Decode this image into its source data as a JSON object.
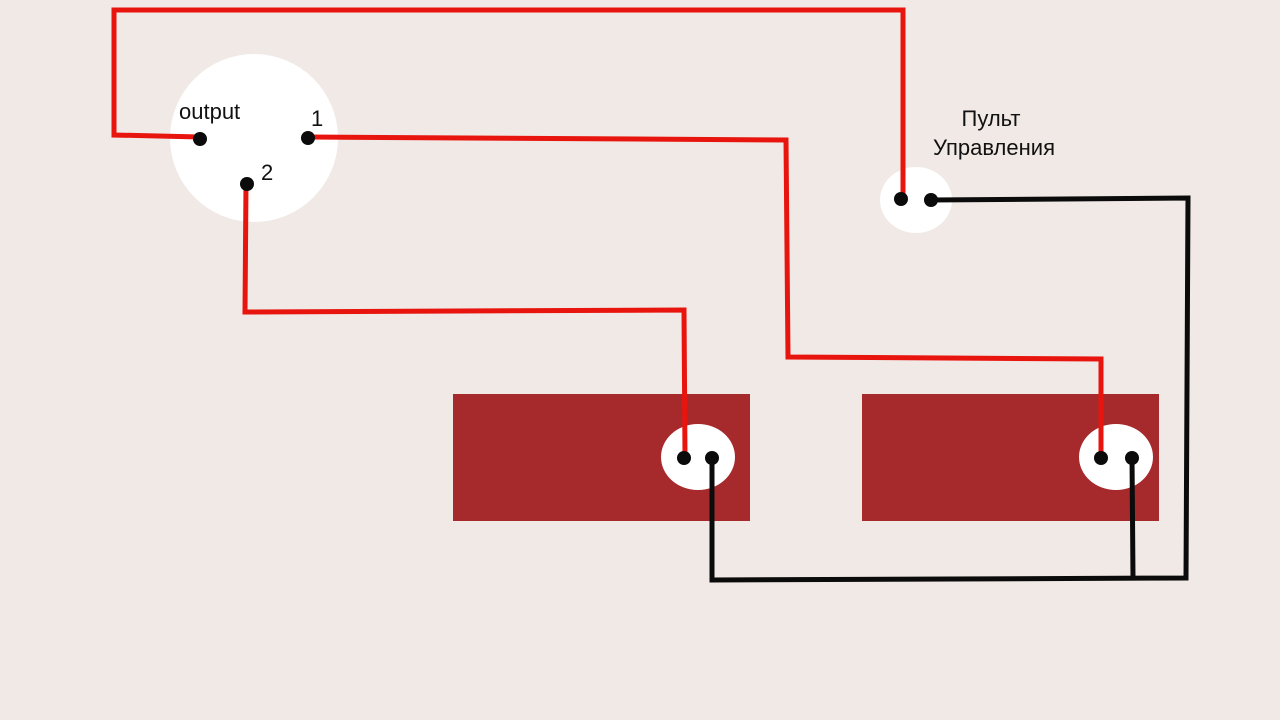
{
  "labels": {
    "output": "output",
    "pin1": "1",
    "pin2": "2",
    "remote_line1": "Пульт",
    "remote_line2": "Управления"
  },
  "colors": {
    "background": "#f1e9e6",
    "wire_red": "#e8150f",
    "wire_black": "#0b0b0b",
    "block": "#a6292c",
    "connector": "#ffffff",
    "terminal": "#0b0b0b"
  }
}
